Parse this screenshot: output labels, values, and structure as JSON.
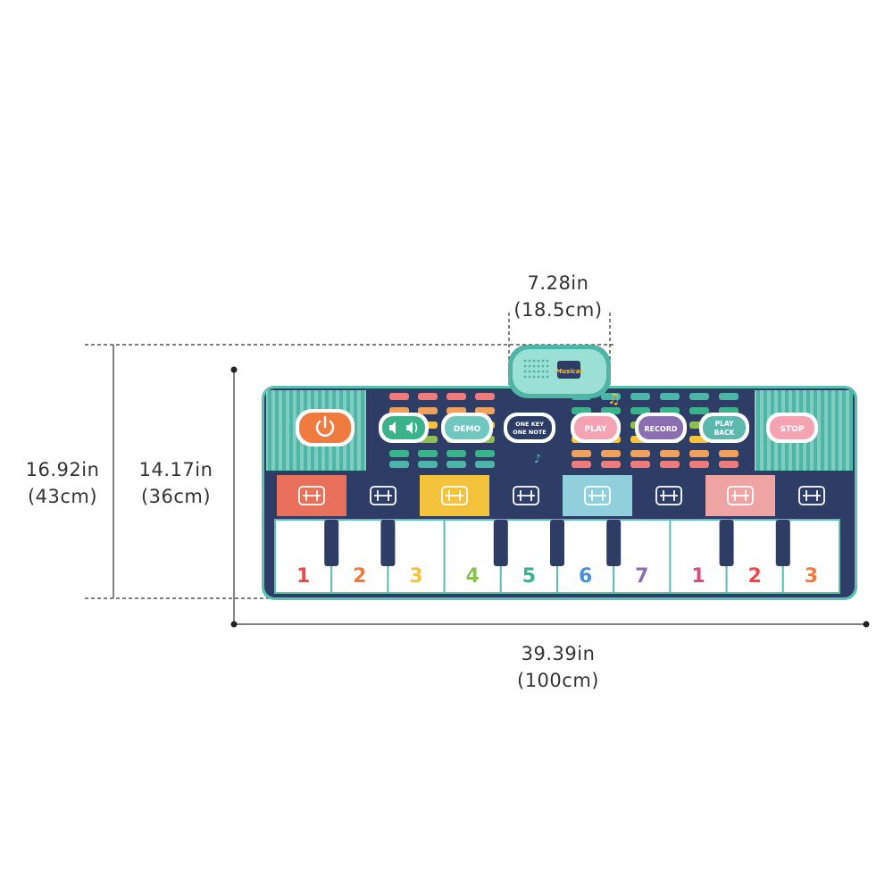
{
  "dimensions": {
    "unit_width": {
      "in": "7.28in",
      "cm": "(18.5cm)"
    },
    "total_height": {
      "in": "16.92in",
      "cm": "(43cm)"
    },
    "mat_height": {
      "in": "14.17in",
      "cm": "(36cm)"
    },
    "total_width": {
      "in": "39.39in",
      "cm": "(100cm)"
    }
  },
  "device": {
    "logo": "Musical"
  },
  "buttons": {
    "power": "power-icon",
    "volume_down": "volume-down-icon",
    "volume_up": "volume-up-icon",
    "demo": "DEMO",
    "one_key_line1": "ONE KEY",
    "one_key_line2": "ONE NOTE",
    "play": "PLAY",
    "record": "RECORD",
    "playback_line1": "PLAY",
    "playback_line2": "BACK",
    "stop": "STOP"
  },
  "colors": {
    "navy": "#2d3d66",
    "teal": "#63bfb2",
    "power": "#f07b3f",
    "play": "#f5a3b3",
    "record": "#8a6fb0",
    "playback": "#5bb8ad",
    "stop": "#f5a3b3"
  },
  "instruments": [
    "piano-icon",
    "violin-icon",
    "accordion-icon",
    "trumpet-icon",
    "xylophone-icon",
    "clarinet-icon",
    "guitar-icon",
    "flute-icon"
  ],
  "keys": [
    {
      "label": "1",
      "color": "#e94b4b"
    },
    {
      "label": "2",
      "color": "#f07b3f"
    },
    {
      "label": "3",
      "color": "#f5c33b"
    },
    {
      "label": "4",
      "color": "#8cc152"
    },
    {
      "label": "5",
      "color": "#3bb38a"
    },
    {
      "label": "6",
      "color": "#4a90d9"
    },
    {
      "label": "7",
      "color": "#8a6fb0"
    },
    {
      "label": "1",
      "color": "#d94b7b"
    },
    {
      "label": "2",
      "color": "#e94b4b"
    },
    {
      "label": "3",
      "color": "#f07b3f"
    }
  ]
}
